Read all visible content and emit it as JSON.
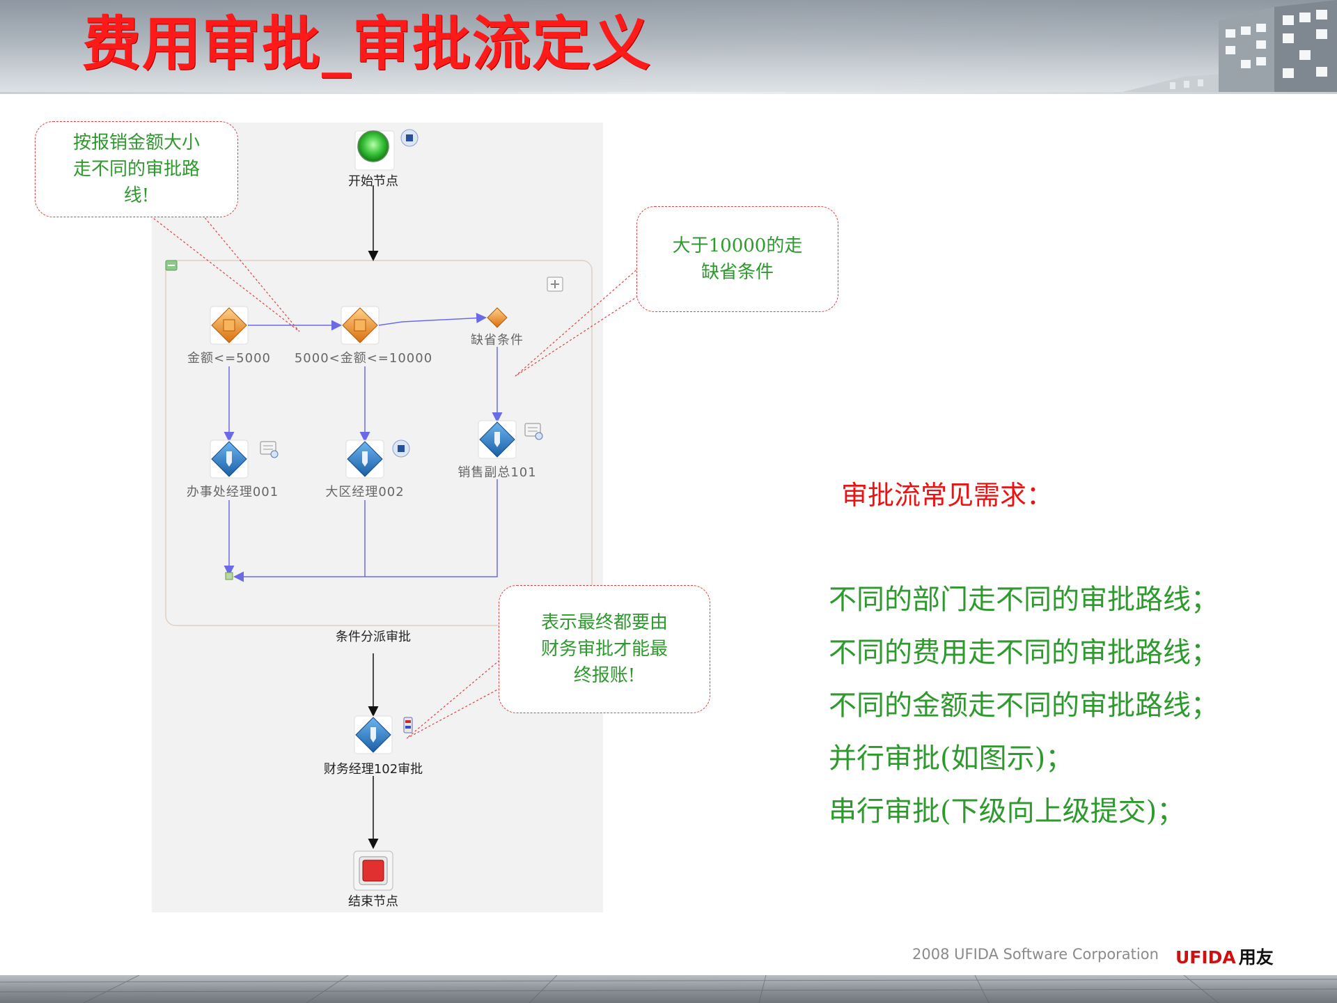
{
  "header": {
    "title": "费用审批_审批流定义"
  },
  "flow": {
    "start_label": "开始节点",
    "group_label": "条件分派审批",
    "cond1_label": "金额<=5000",
    "cond2_label": "5000<金额<=10000",
    "cond3_label": "缺省条件",
    "appr1_label": "办事处经理001",
    "appr2_label": "大区经理002",
    "appr3_label": "销售副总101",
    "finance_label": "财务经理102审批",
    "end_label": "结束节点"
  },
  "callouts": {
    "amount_route": [
      "按报销金额大小",
      "走不同的审批路",
      "线!"
    ],
    "default_cond": [
      "大于10000的走",
      "缺省条件"
    ],
    "finance_final": [
      "表示最终都要由",
      "财务审批才能最",
      "终报账!"
    ]
  },
  "requirements": {
    "title": "审批流常见需求：",
    "items": [
      "不同的部门走不同的审批路线；",
      "不同的费用走不同的审批路线；",
      "不同的金额走不同的审批路线；",
      "并行审批(如图示)；",
      "串行审批(下级向上级提交)；"
    ]
  },
  "footer": {
    "copyright": "2008 UFIDA Software Corporation",
    "brand": "UFIDA",
    "brand_cn": "用友"
  },
  "colors": {
    "title_red": "#ff1a1a",
    "callout_green": "#2e9a2e",
    "flow_arrow_blue": "#6a6ae8",
    "condition_orange": "#e8861a",
    "approver_blue": "#1e6fb8"
  }
}
